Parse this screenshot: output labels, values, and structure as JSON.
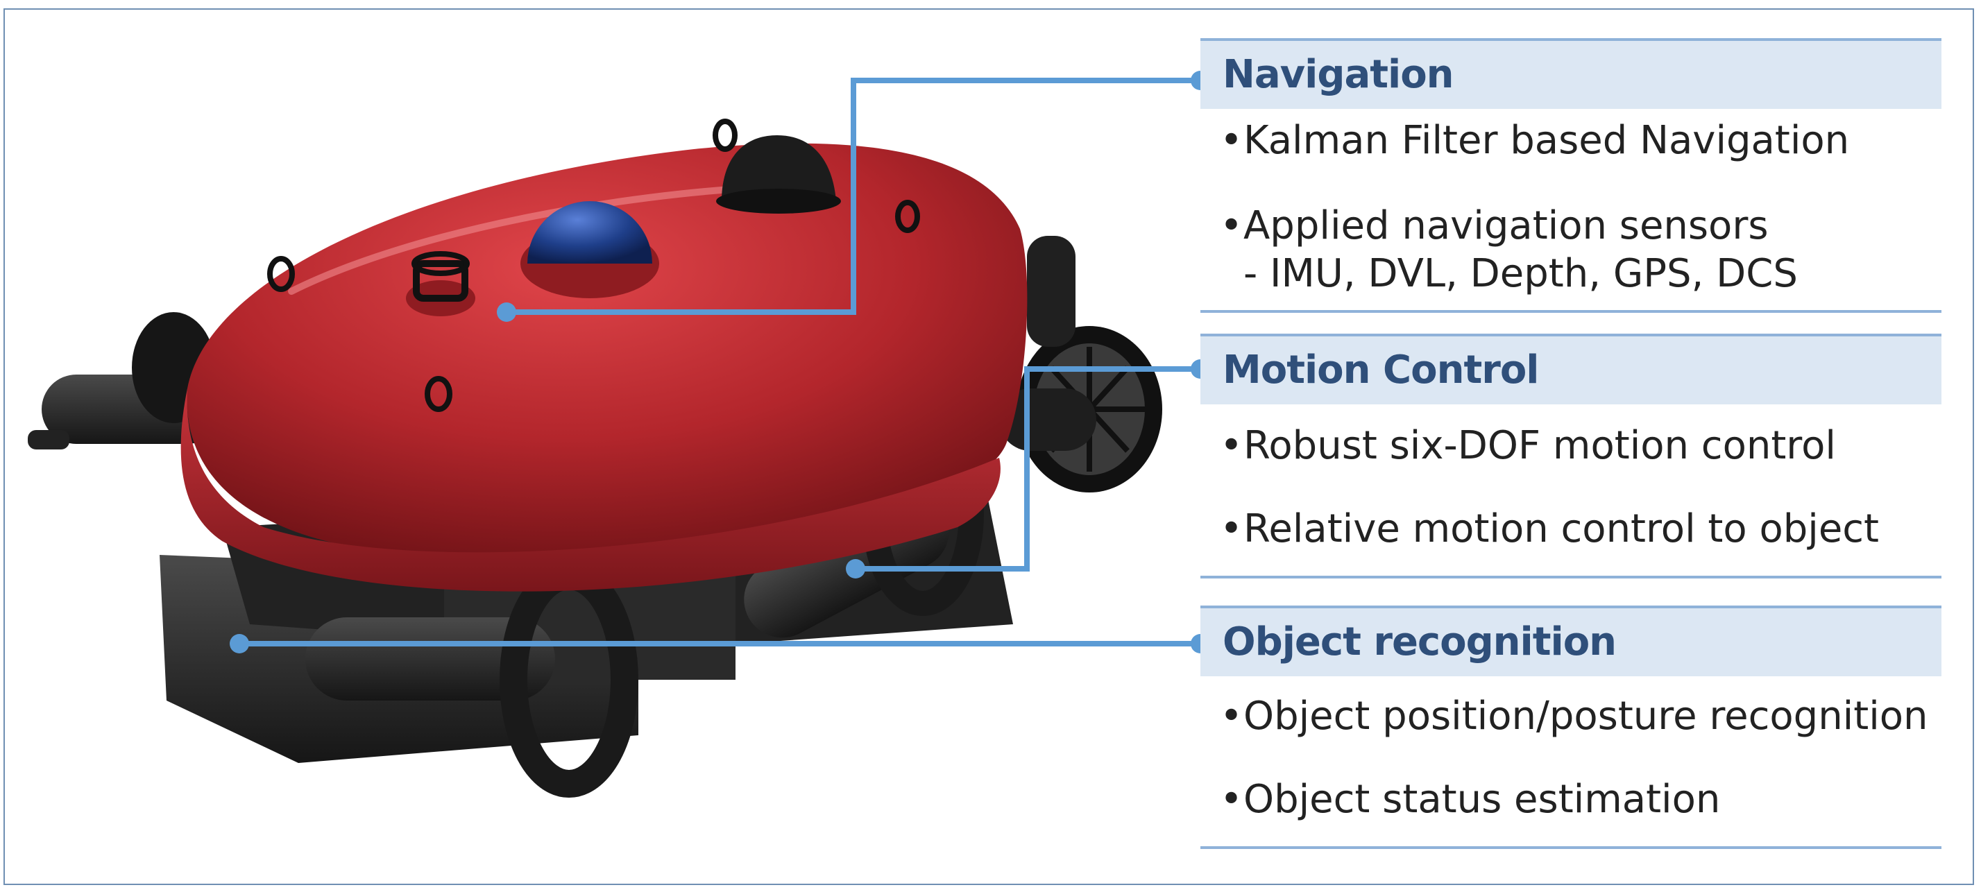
{
  "sections": [
    {
      "title": "Navigation",
      "bullets": [
        "Kalman Filter based Navigation",
        "Applied navigation sensors"
      ],
      "sub": "- IMU, DVL, Depth, GPS, DCS"
    },
    {
      "title": "Motion Control",
      "bullets": [
        "Robust six-DOF motion control",
        "Relative motion control to object"
      ]
    },
    {
      "title": "Object recognition",
      "bullets": [
        "Object position/posture recognition",
        "Object status estimation"
      ]
    }
  ],
  "bullet_glyph": "•",
  "colors": {
    "accent_line": "#5b9bd5",
    "header_bg": "#dce7f3",
    "header_text": "#2f4f7a",
    "hull": "#b3262c",
    "dome": "#1f3f8a",
    "frame": "#6f8fb3"
  },
  "icons": {
    "robot": "underwater-rov-illustration"
  }
}
